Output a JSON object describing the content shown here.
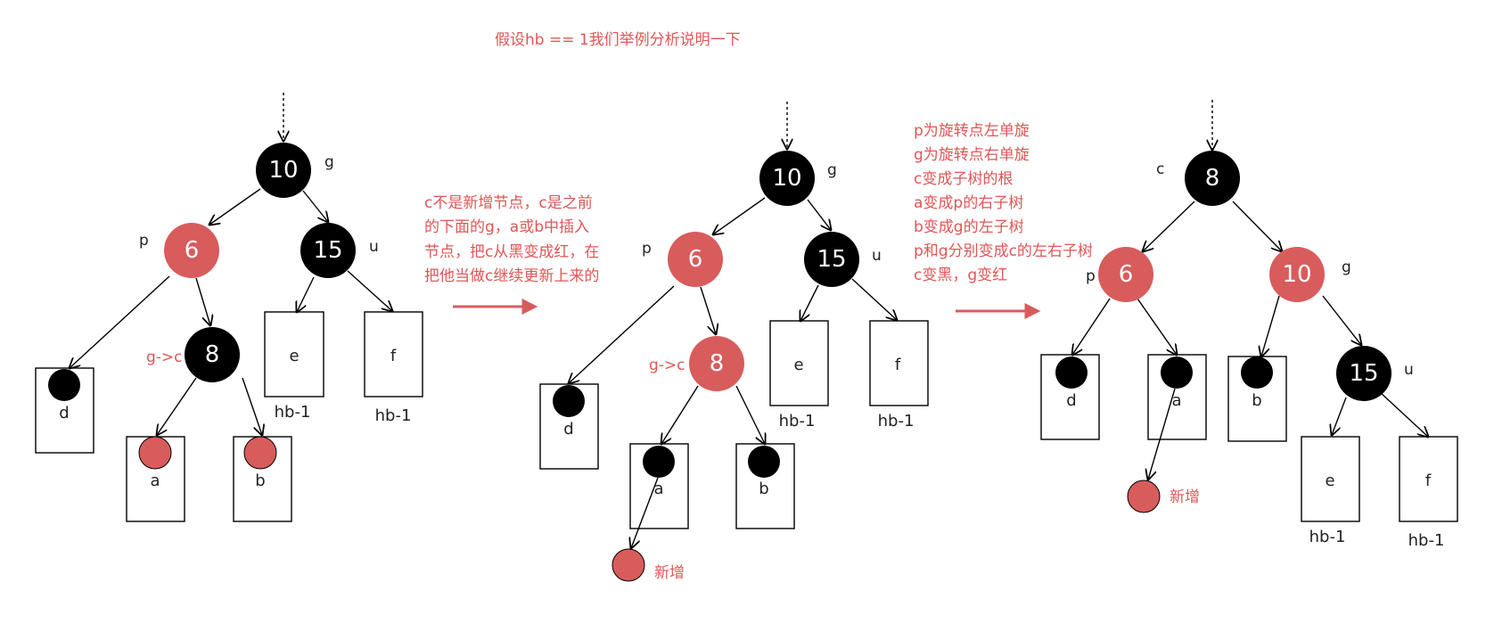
{
  "title": "假设hb == 1我们举例分析说明一下",
  "colors": {
    "red": "#d85c5c",
    "black": "#000000",
    "text_red": "#e05656"
  },
  "panel1": {
    "n10": "10",
    "n6": "6",
    "n15": "15",
    "n8": "8",
    "g": "g",
    "p": "p",
    "u": "u",
    "gc": "g->c",
    "d": "d",
    "a": "a",
    "b": "b",
    "e": "e",
    "f": "f",
    "hb1": "hb-1",
    "hb2": "hb-1"
  },
  "note1": [
    "c不是新增节点，c是之前",
    "的下面的g，a或b中插入",
    "节点，把c从黑变成红，在",
    "把他当做c继续更新上来的"
  ],
  "panel2": {
    "n10": "10",
    "n6": "6",
    "n15": "15",
    "n8": "8",
    "g": "g",
    "p": "p",
    "u": "u",
    "gc": "g->c",
    "d": "d",
    "a": "a",
    "b": "b",
    "e": "e",
    "f": "f",
    "hb1": "hb-1",
    "hb2": "hb-1",
    "new": "新增"
  },
  "note2": [
    "p为旋转点左单旋",
    "g为旋转点右单旋",
    "c变成子树的根",
    "a变成p的右子树",
    "b变成g的左子树",
    "p和g分别变成c的左右子树",
    "c变黑，g变红"
  ],
  "panel3": {
    "n8": "8",
    "n6": "6",
    "n10": "10",
    "n15": "15",
    "c": "c",
    "p": "p",
    "g": "g",
    "u": "u",
    "d": "d",
    "a": "a",
    "b": "b",
    "e": "e",
    "f": "f",
    "hb1": "hb-1",
    "hb2": "hb-1",
    "new": "新增"
  }
}
